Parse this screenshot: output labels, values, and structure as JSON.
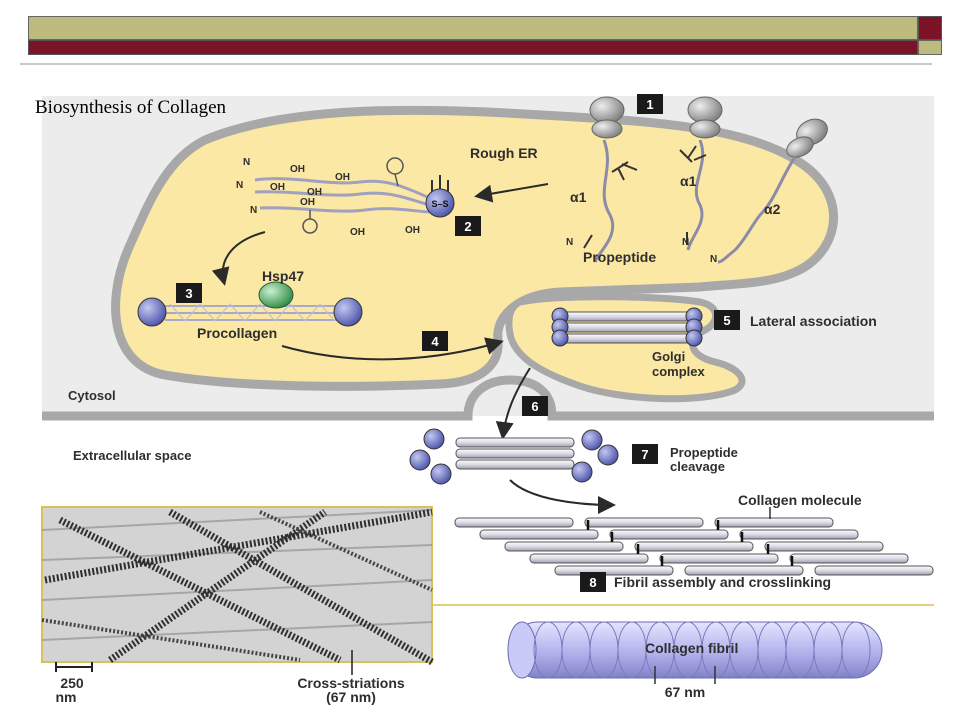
{
  "slide": {
    "title": "Biosynthesis of Collagen"
  },
  "colors": {
    "header_olive": "#bcbb7d",
    "header_maroon": "#7a1426",
    "er_fill": "#fbe8a4",
    "er_membrane": "#a8a8a8",
    "cytosol": "#ececec",
    "globule_blue": "#6d74c4",
    "hsp_green": "#4aa860",
    "fibril_lavender": "#b6b6ee",
    "micrograph_border": "#d9c15a"
  },
  "icons": [
    "ribosome-icon",
    "hsp47-icon",
    "disulfide-bond-icon",
    "arrow-icon"
  ],
  "diagram": {
    "steps": [
      "1",
      "2",
      "3",
      "4",
      "5",
      "6",
      "7",
      "8"
    ],
    "labels": {
      "rough_er": "Rough ER",
      "alpha1_a": "α1",
      "alpha1_b": "α1",
      "alpha2": "α2",
      "propeptide": "Propeptide",
      "hsp47": "Hsp47",
      "procollagen": "Procollagen",
      "lateral_association": "Lateral association",
      "golgi_line1": "Golgi",
      "golgi_line2": "complex",
      "cytosol": "Cytosol",
      "extracellular_space": "Extracellular space",
      "propeptide_cleavage_line1": "Propeptide",
      "propeptide_cleavage_line2": "cleavage",
      "collagen_molecule": "Collagen molecule",
      "fibril_assembly": "Fibril assembly and crosslinking",
      "collagen_fibril": "Collagen fibril",
      "fibril_spacing": "67 nm",
      "scale_value": "250",
      "scale_unit": "nm",
      "cross_striations_line1": "Cross-striations",
      "cross_striations_line2": "(67 nm)",
      "oh": "OH",
      "n": "N",
      "ss": "S–S"
    }
  }
}
